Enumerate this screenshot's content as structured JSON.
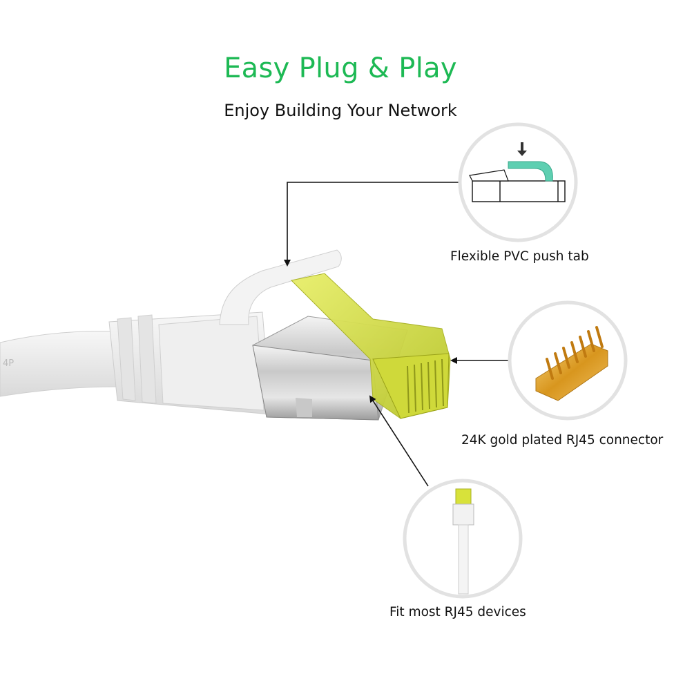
{
  "header": {
    "title": "Easy Plug & Play",
    "subtitle": "Enjoy Building Your Network"
  },
  "features": [
    {
      "label": "Flexible PVC push tab",
      "icon": "push-tab-diagram-icon"
    },
    {
      "label": "24K gold plated RJ45 connector",
      "icon": "gold-pins-icon"
    },
    {
      "label": "Fit most RJ45 devices",
      "icon": "cable-plug-icon"
    }
  ],
  "cable": {
    "print": "4P"
  },
  "colors": {
    "title": "#1db954",
    "tab_accent": "#5ecfb1",
    "connector_yellow": "#d8e23a",
    "gold": "#e0a030",
    "circle_border": "#e0e0e0"
  }
}
